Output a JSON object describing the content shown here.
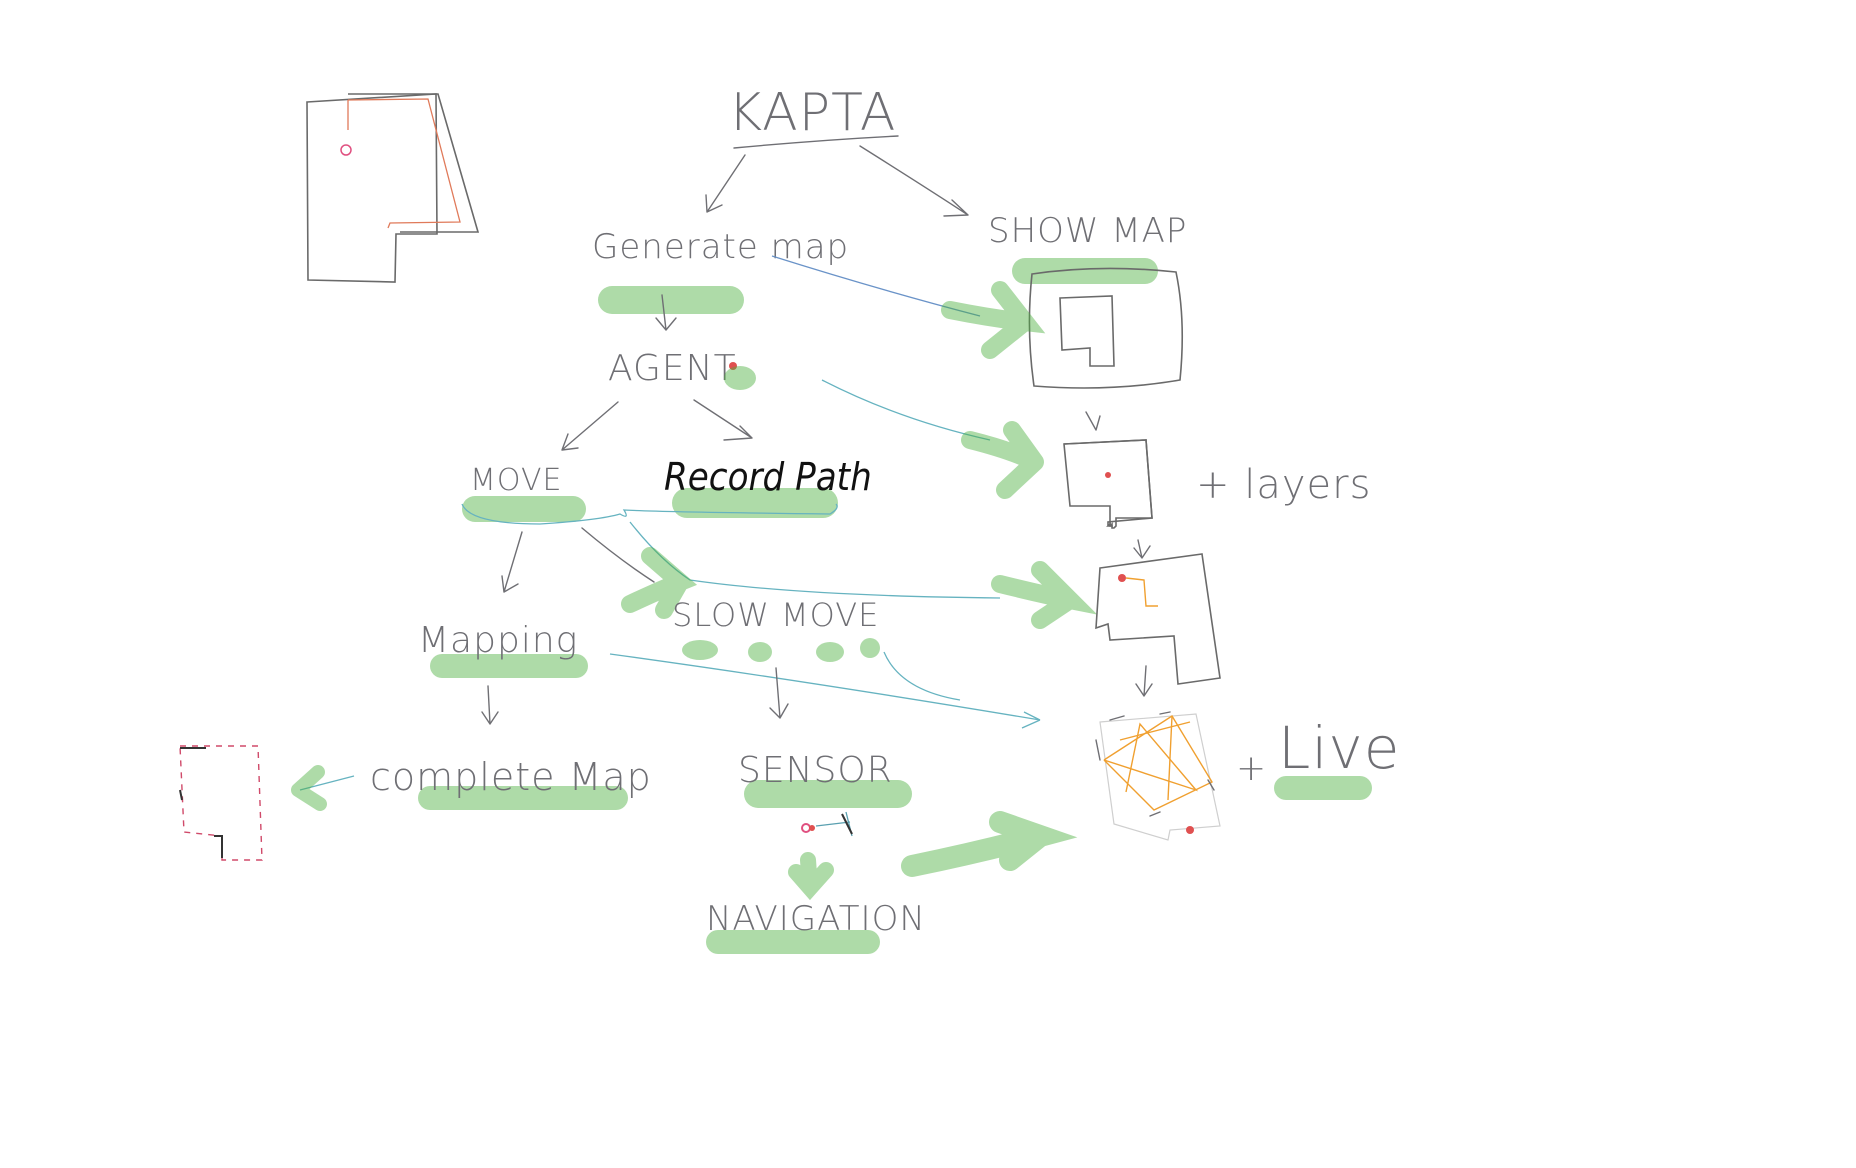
{
  "nodes": {
    "title": "KAPTA",
    "generate_map": "Generate map",
    "show_map": "SHOW MAP",
    "agent": "AGENT",
    "move": "MOVE",
    "record_path": "Record Path",
    "mapping": "Mapping",
    "slow_move": "SLOW MOVE",
    "complete_map": "complete Map",
    "sensor": "SENSOR",
    "navigation": "NAVIGATION",
    "plus_layers": "+ layers",
    "plus_live": "+ Live"
  },
  "colors": {
    "highlight": "#4caf3f",
    "pen": "#6f6f74",
    "blue_connector": "#6a93c8",
    "teal_connector": "#66b3c0",
    "path": "#f0a030",
    "marker": "#e05050"
  }
}
